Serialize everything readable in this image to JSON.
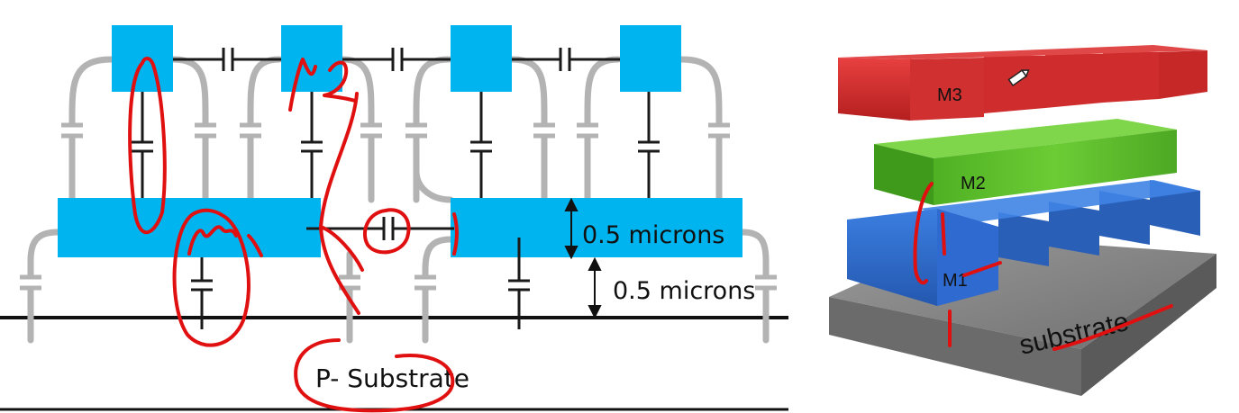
{
  "colors": {
    "metal_block": "#00b4ef",
    "wire_gray": "#b3b3b3",
    "cap_black": "#1a1a1a",
    "annotation_red": "#e01010",
    "m3_red": "#d63030",
    "m2_green": "#5cbf2a",
    "m1_blue": "#2f6fd0",
    "substrate_gray": "#8c8c8c"
  },
  "left_diagram": {
    "dimension_upper": "0.5 microns",
    "dimension_lower": "0.5 microns",
    "substrate_label": "P- Substrate",
    "handwritten": {
      "m1_note": "M1",
      "m2_note": "M2"
    }
  },
  "right_diagram": {
    "layer_m3": "M3",
    "layer_m2": "M2",
    "layer_m1": "M1",
    "substrate": "substrate",
    "pencil_icon": "pencil-icon"
  }
}
